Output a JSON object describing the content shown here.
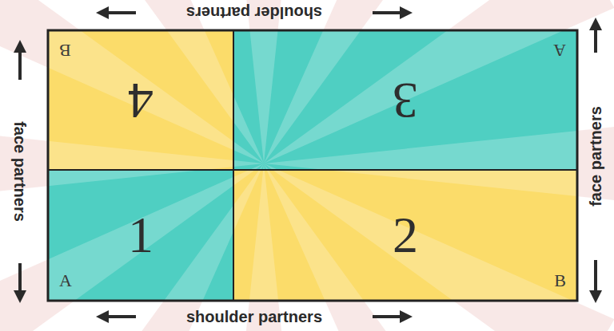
{
  "diagram": {
    "nodes": [
      {
        "text": [
          "4",
          "B"
        ]
      },
      {
        "text": [
          "3",
          "A"
        ]
      },
      {
        "text": [
          "1",
          "A"
        ]
      },
      {
        "text": [
          "2",
          "B"
        ]
      }
    ],
    "labels": [
      "shoulder partners",
      "face partners",
      "face partners",
      "shoulder partners"
    ]
  }
}
